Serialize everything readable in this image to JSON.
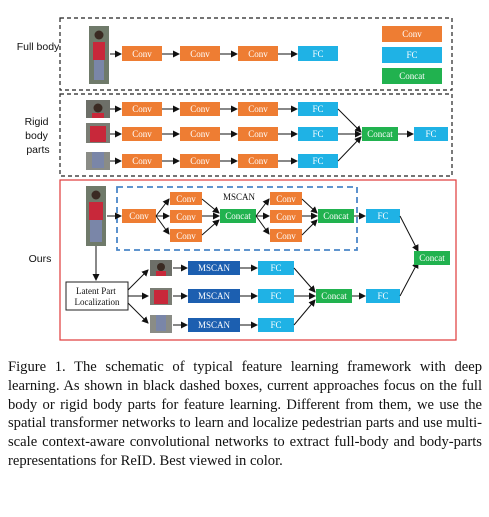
{
  "labels": {
    "full_body": "Full body",
    "rigid_body_parts": [
      "Rigid",
      "body",
      "parts"
    ],
    "ours": "Ours",
    "latent_part_localization": [
      "Latent Part",
      "Localization"
    ]
  },
  "node_text": {
    "conv": "Conv",
    "fc": "FC",
    "concat": "Concat",
    "mscan": "MSCAN"
  },
  "legend": [
    "Conv",
    "FC",
    "Concat"
  ],
  "colors": {
    "conv": "#ee7d33",
    "fc": "#1fb2e5",
    "concat": "#21b24f",
    "mscan": "#1c5fb0",
    "dashed_box": "#222222",
    "mscan_box": "#4a86c8",
    "ours_box": "#e03a3a"
  },
  "caption": "Figure 1. The schematic of typical feature learning framework with deep learning. As shown in black dashed boxes, current approaches focus on the full body or rigid body parts for feature learning. Different from them, we use the spatial transformer networks to learn and localize pedestrian parts and use multi-scale context-aware convolutional networks to extract full-body and body-parts representations for ReID. Best viewed in color."
}
